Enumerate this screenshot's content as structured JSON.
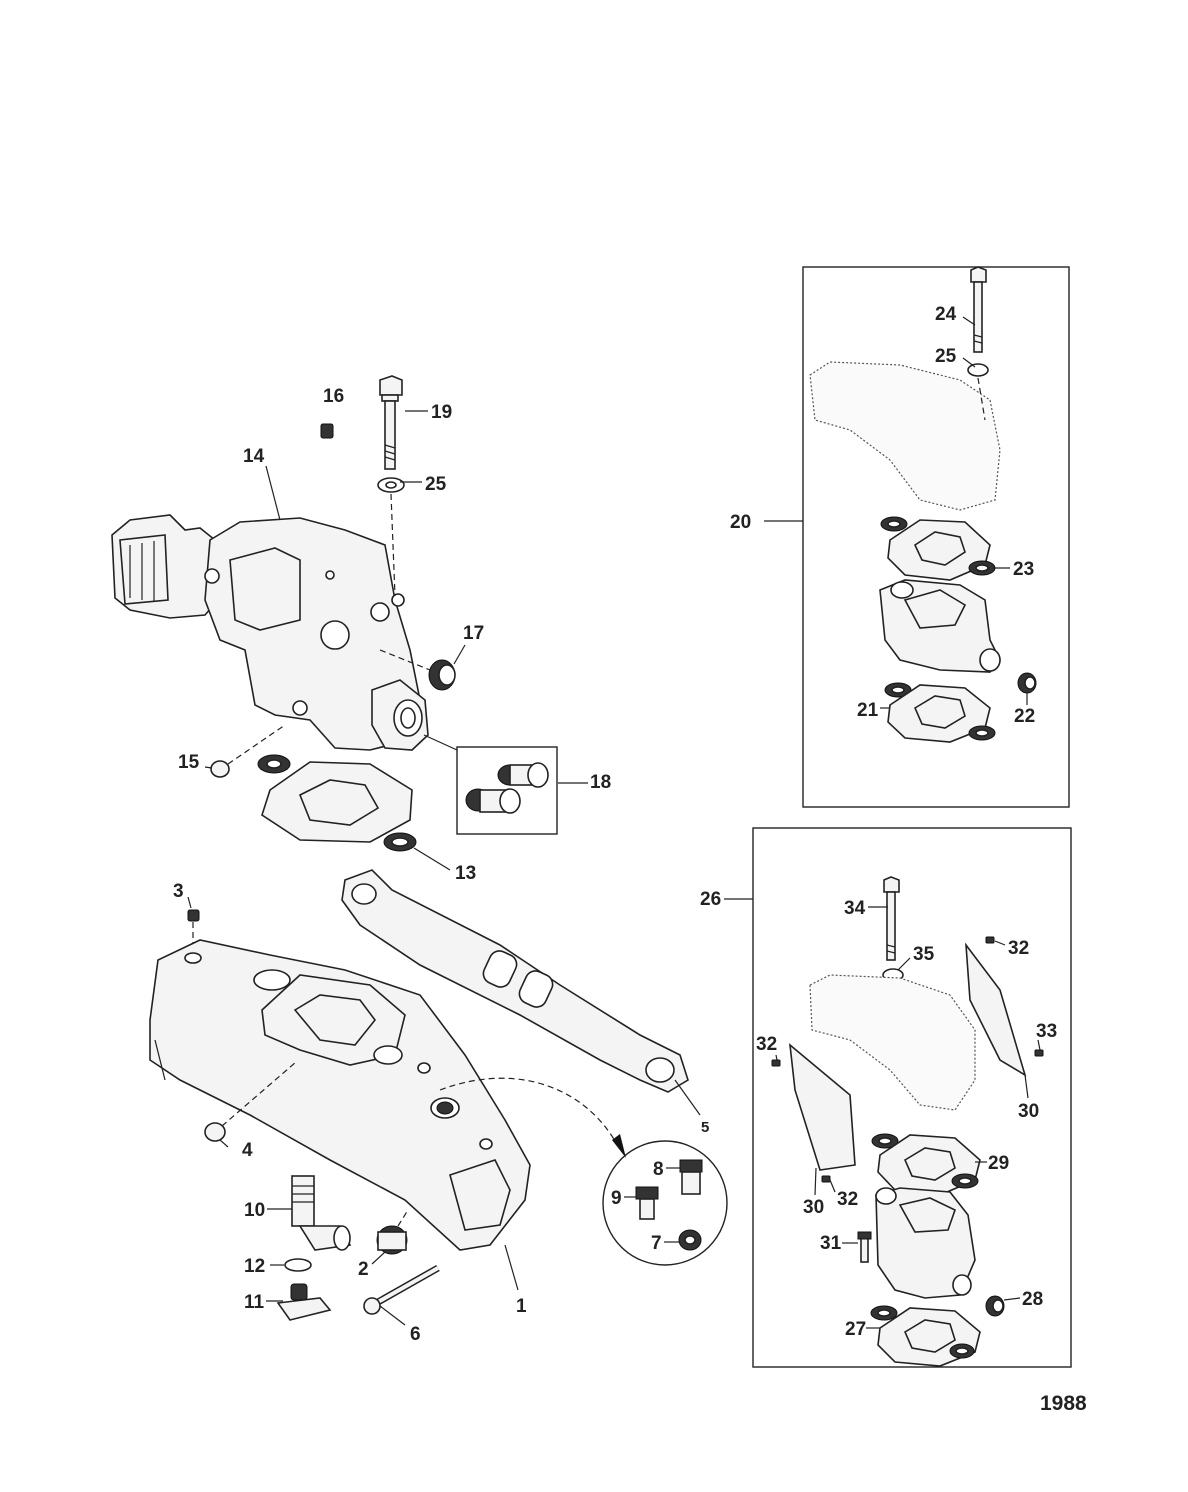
{
  "figure_number": "1988",
  "callouts": {
    "c1": "1",
    "c2": "2",
    "c3": "3",
    "c4": "4",
    "c5": "5",
    "c6": "6",
    "c7": "7",
    "c8": "8",
    "c9": "9",
    "c10": "10",
    "c11": "11",
    "c12": "12",
    "c13": "13",
    "c14": "14",
    "c15": "15",
    "c16": "16",
    "c17": "17",
    "c18": "18",
    "c19": "19",
    "c20": "20",
    "c21": "21",
    "c22": "22",
    "c23": "23",
    "c24": "24",
    "c25a": "25",
    "c25b": "25",
    "c26": "26",
    "c27": "27",
    "c28": "28",
    "c29": "29",
    "c30a": "30",
    "c30b": "30",
    "c31": "31",
    "c32a": "32",
    "c32b": "32",
    "c32c": "32",
    "c33": "33",
    "c34": "34",
    "c35": "35"
  }
}
